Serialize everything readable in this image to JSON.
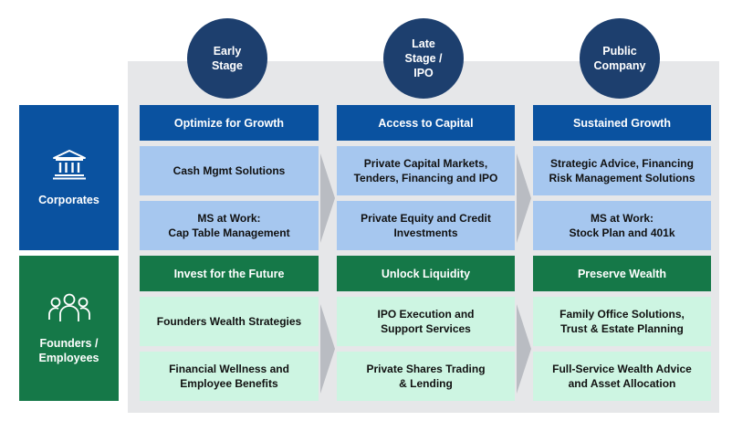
{
  "stages": [
    {
      "label": "Early\nStage"
    },
    {
      "label": "Late\nStage /\nIPO"
    },
    {
      "label": "Public\nCompany"
    }
  ],
  "rows": [
    {
      "label": "Corporates",
      "icon": "bank-icon",
      "headers": [
        "Optimize for Growth",
        "Access to Capital",
        "Sustained Growth"
      ],
      "cells": [
        [
          "Cash Mgmt Solutions",
          "Private Capital Markets,\nTenders, Financing and IPO",
          "Strategic Advice, Financing\nRisk Management Solutions"
        ],
        [
          "MS at Work:\nCap Table Management",
          "Private Equity and Credit\nInvestments",
          "MS at Work:\nStock Plan and 401k"
        ]
      ]
    },
    {
      "label": "Founders /\nEmployees",
      "icon": "people-icon",
      "headers": [
        "Invest for the Future",
        "Unlock Liquidity",
        "Preserve Wealth"
      ],
      "cells": [
        [
          "Founders Wealth Strategies",
          "IPO Execution and\nSupport Services",
          "Family Office Solutions,\nTrust & Estate Planning"
        ],
        [
          "Financial Wellness and\nEmployee Benefits",
          "Private Shares Trading\n& Lending",
          "Full-Service Wealth Advice\nand Asset Allocation"
        ]
      ]
    }
  ],
  "colors": {
    "navy": "#1d3f6e",
    "corporate_blue": "#0a52a0",
    "founders_green": "#157848",
    "cell_blue": "#a6c7ef",
    "cell_green": "#cdf5e2",
    "panel_gray": "#e6e7e9",
    "arrow_gray": "#b9bcc2"
  }
}
